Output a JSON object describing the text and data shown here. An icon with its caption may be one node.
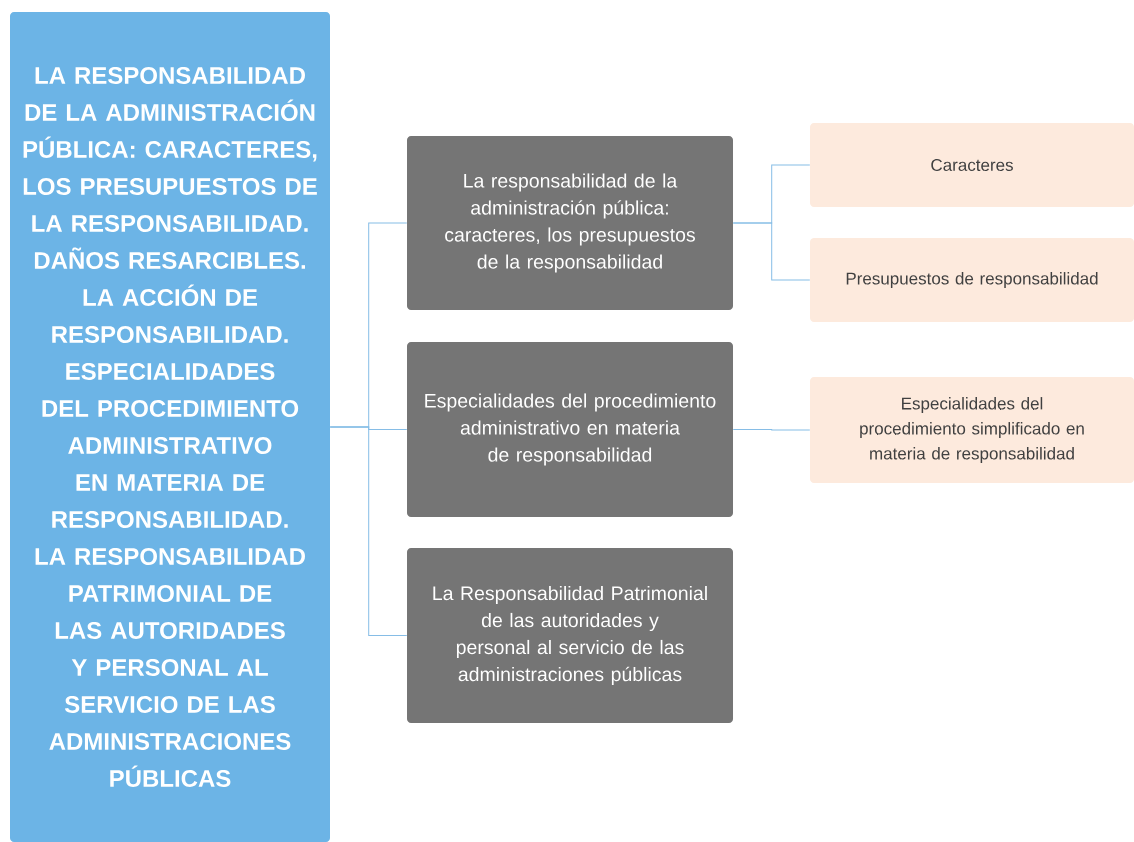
{
  "diagram": {
    "nodes": [
      {
        "text": [
          "LA RESPONSABILIDAD DE LA ADMINISTRACIÓN PÚBLICA: CARACTERES, LOS PRESUPUESTOS DE LA RESPONSABILIDAD. DAÑOS RESARCIBLES. LA ACCIÓN DE RESPONSABILIDAD. ESPECIALIDADES DEL PROCEDIMIENTO ADMINISTRATIVO EN MATERIA DE RESPONSABILIDAD. LA RESPONSABILIDAD PATRIMONIAL DE LAS AUTORIDADES Y PERSONAL AL SERVICIO DE LAS ADMINISTRACIONES PÚBLICAS"
        ]
      },
      {
        "text": [
          "La responsabilidad de la administración pública: caracteres, los presupuestos de la responsabilidad"
        ]
      },
      {
        "text": [
          "Especialidades del procedimiento administrativo en materia de responsabilidad"
        ]
      },
      {
        "text": [
          "La Responsabilidad Patrimonial de las autoridades y personal al servicio de las administraciones públicas"
        ]
      },
      {
        "text": [
          "Caracteres"
        ]
      },
      {
        "text": [
          "Presupuestos de responsabilidad"
        ]
      },
      {
        "text": [
          "Especialidades del procedimiento simplificado en materia de responsabilidad"
        ]
      }
    ],
    "edges": [
      {
        "from": 0,
        "to": 1,
        "arrow": "none"
      },
      {
        "from": 0,
        "to": 2,
        "arrow": "none"
      },
      {
        "from": 0,
        "to": 3,
        "arrow": "none"
      },
      {
        "from": 1,
        "to": 4,
        "arrow": "none"
      },
      {
        "from": 1,
        "to": 5,
        "arrow": "none"
      },
      {
        "from": 2,
        "to": 6,
        "arrow": "none"
      }
    ]
  }
}
